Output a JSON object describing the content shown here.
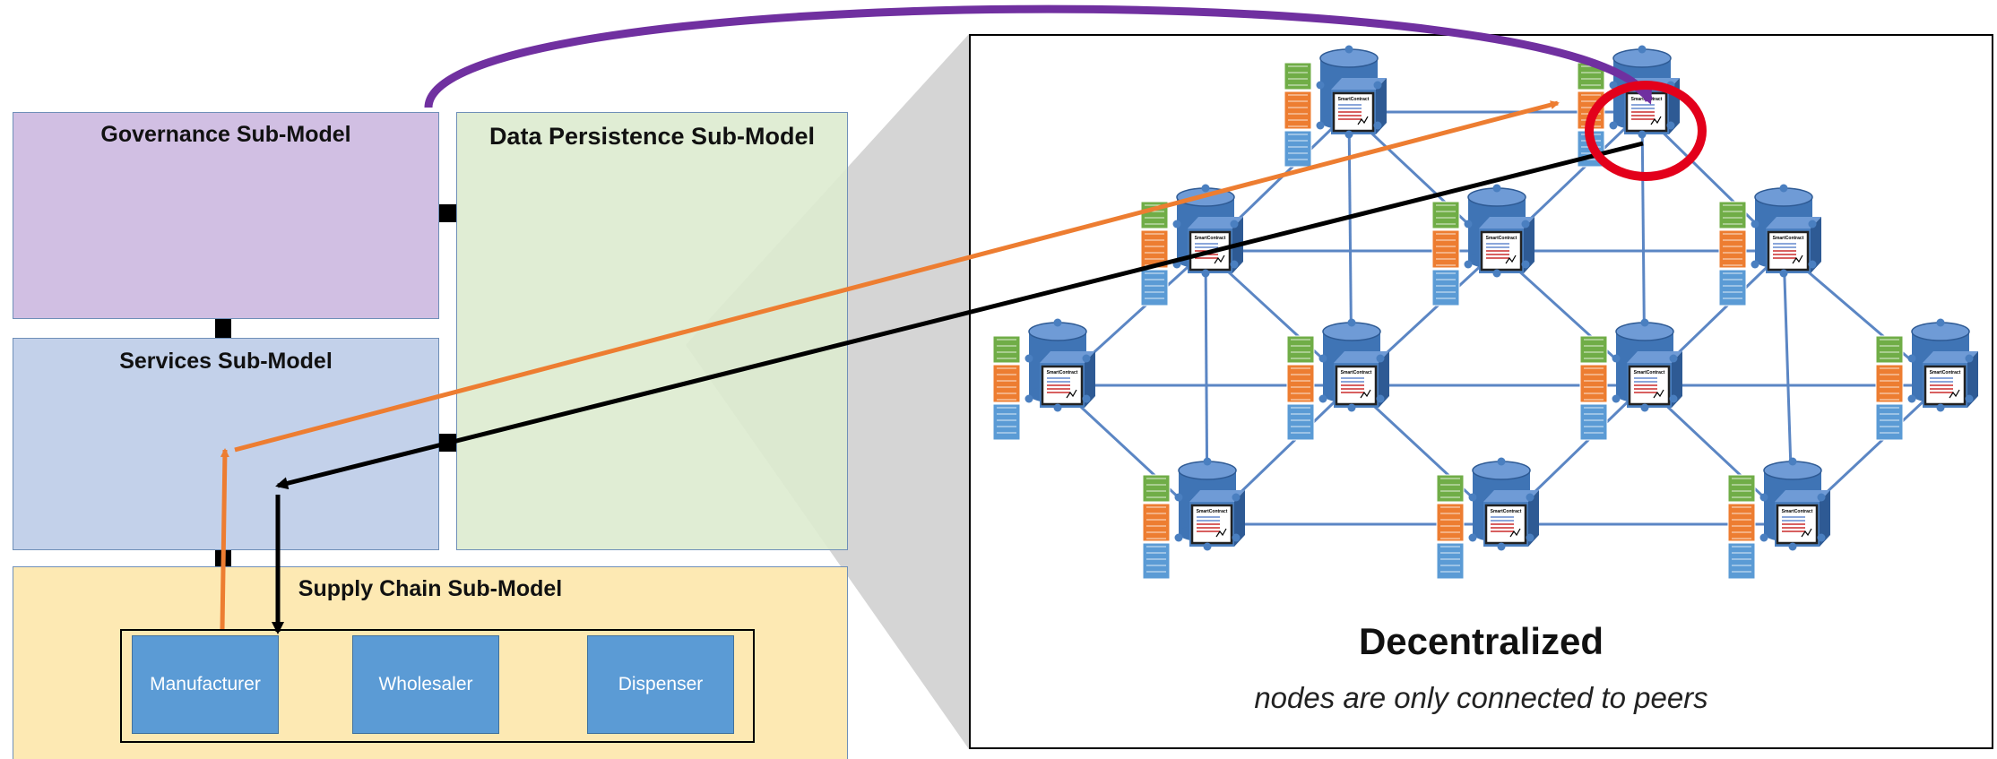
{
  "governance": {
    "title": "Governance Sub-Model"
  },
  "persistence": {
    "title": "Data Persistence Sub-Model"
  },
  "services": {
    "title": "Services Sub-Model"
  },
  "supply_chain": {
    "title": "Supply Chain Sub-Model",
    "actors": [
      "Manufacturer",
      "Wholesaler",
      "Dispenser"
    ]
  },
  "network": {
    "title": "Decentralized",
    "subtitle": "nodes are only connected to peers",
    "contract_label": "SmartContract"
  },
  "colors": {
    "governance": "#d1bfe3",
    "persistence": "#ddebcf",
    "services": "#c3d1ea",
    "supply_chain": "#fde9b3",
    "actor": "#5b9bd5",
    "orange_arrow": "#ed7d31",
    "purple_arrow": "#7030a0",
    "highlight_ring": "#e3001b"
  }
}
